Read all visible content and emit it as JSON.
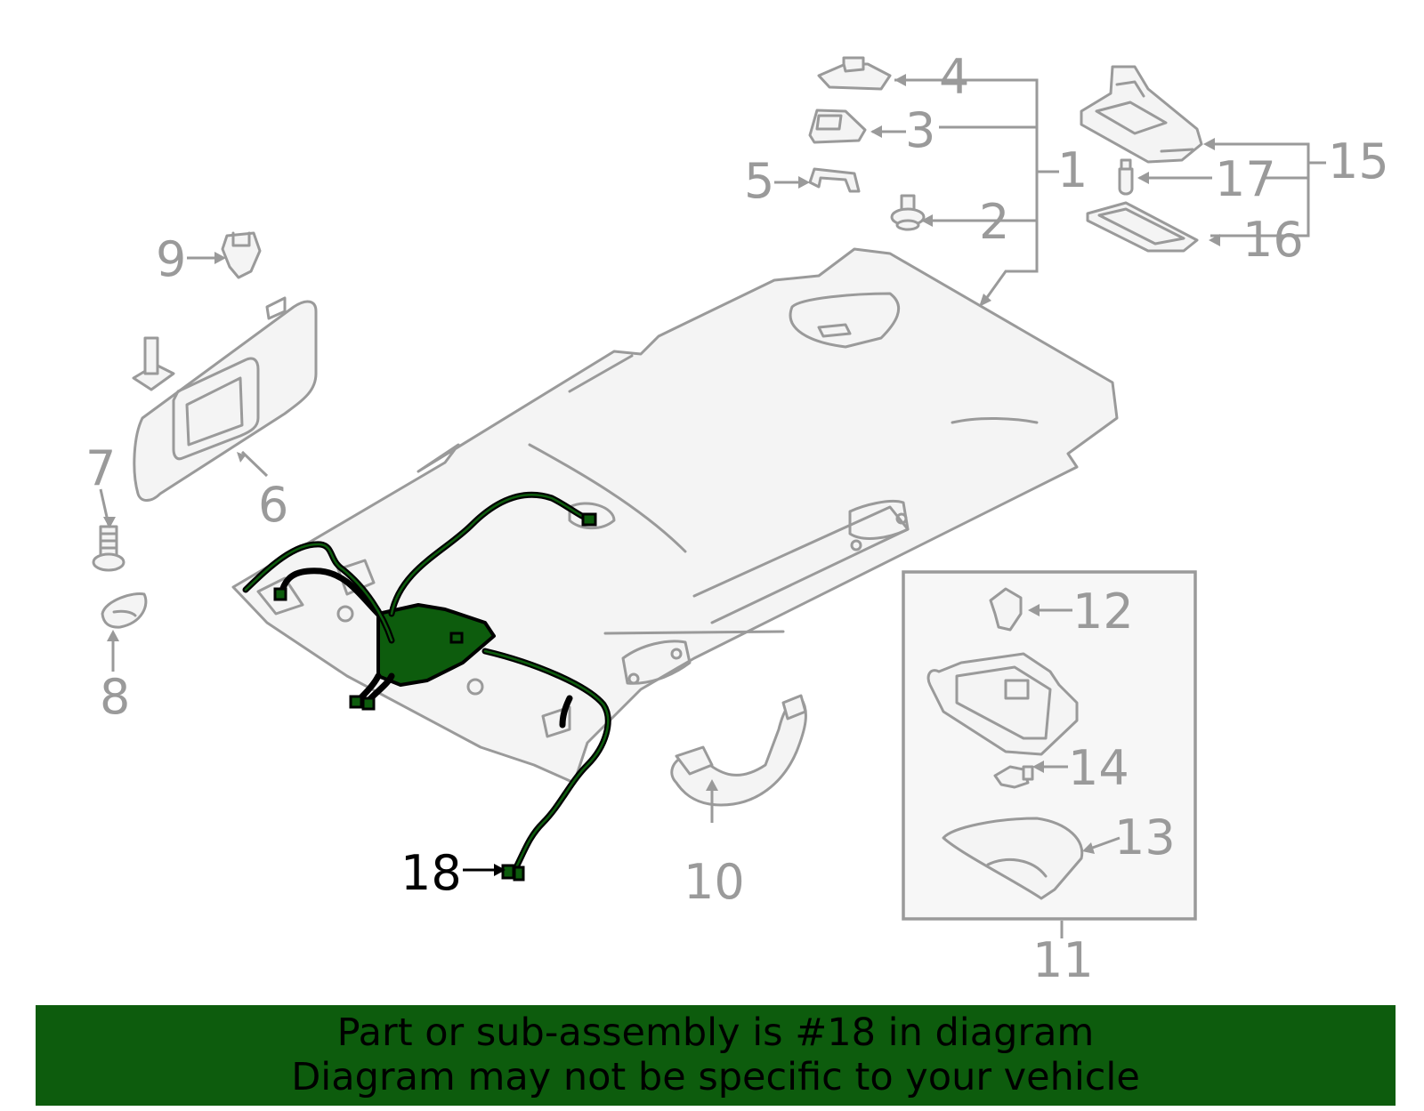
{
  "diagram": {
    "callouts": [
      "1",
      "2",
      "3",
      "4",
      "5",
      "6",
      "7",
      "8",
      "9",
      "10",
      "11",
      "12",
      "13",
      "14",
      "15",
      "16",
      "17",
      "18"
    ],
    "highlighted_part": "18",
    "highlight_color": "#0d5c0d",
    "line_color": "#9a9a9a"
  },
  "banner": {
    "line1": "Part or sub-assembly is #18 in diagram",
    "line2": "Diagram may not be specific to your vehicle"
  }
}
